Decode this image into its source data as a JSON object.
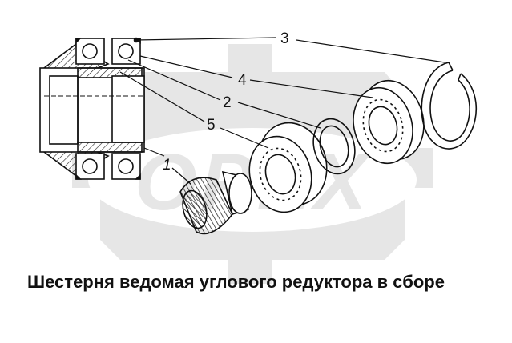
{
  "callouts": {
    "c1": "1",
    "c2": "2",
    "c3": "3",
    "c4": "4",
    "c5": "5"
  },
  "caption": "Шестерня ведомая углового редуктора в сборе",
  "watermark": {
    "text": "OPEX"
  },
  "colors": {
    "ink": "#111111",
    "watermark": "#e6e6e6"
  }
}
